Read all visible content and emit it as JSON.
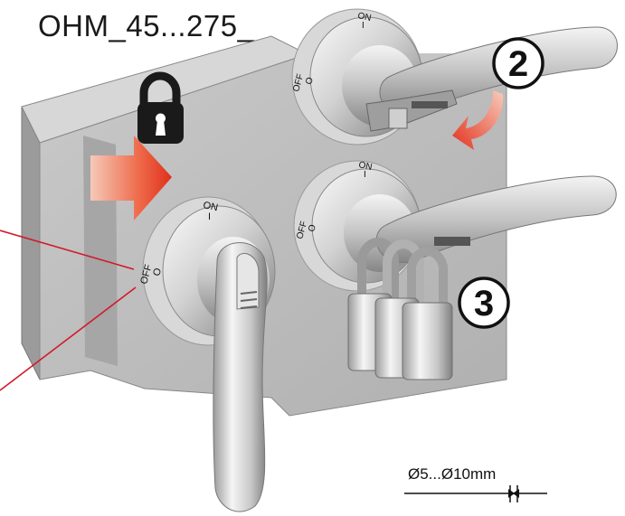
{
  "title": "OHM_45...275_",
  "knob_labels": {
    "on": "ON",
    "on_mark": "I",
    "off": "OFF",
    "off_mark": "O"
  },
  "steps": {
    "step2": "2",
    "step3": "3"
  },
  "diameter_label": "Ø5...Ø10mm",
  "icons": [
    "padlock-icon",
    "arrow-right-icon",
    "curved-arrow-icon",
    "padlock-hardware"
  ],
  "colors": {
    "arrow_red": "#e53a2a",
    "guide_line": "#d11a2a",
    "metal_light": "#eeeeee",
    "metal_dark": "#8a8a8a",
    "panel": "#b9b9b9"
  }
}
